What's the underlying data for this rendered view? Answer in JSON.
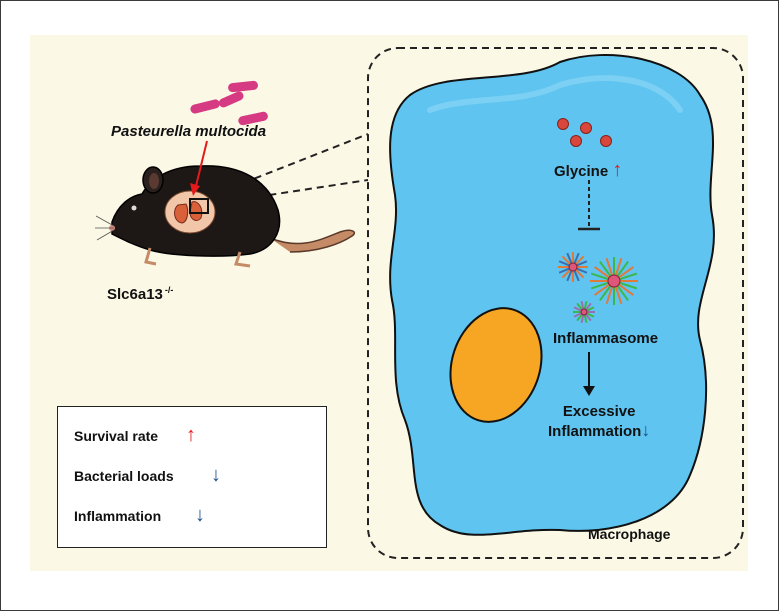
{
  "labels": {
    "pathogen": "Pasteurella multocida",
    "mouse": "Slc6a13",
    "mouse_superscript": "-/-",
    "glycine": "Glycine",
    "inflammasome": "Inflammasome",
    "excessive_line1": "Excessive",
    "excessive_line2": "Inflammation",
    "macrophage": "Macrophage"
  },
  "legend": {
    "items": [
      {
        "label": "Survival rate",
        "direction": "up",
        "arrow": "↑"
      },
      {
        "label": "Bacterial loads",
        "direction": "down",
        "arrow": "↓"
      },
      {
        "label": "Inflammation",
        "direction": "down",
        "arrow": "↓"
      }
    ]
  },
  "arrows": {
    "glycine": "↑",
    "excessive": "↓"
  },
  "colors": {
    "cell": "#5fc4f0",
    "nucleus": "#f6a623",
    "bacteria": "#d63a82",
    "glycine_dots": "#d9473c",
    "up_arrow": "#e41a1c",
    "down_arrow": "#1f4e8c",
    "panel_bg": "#fbf8e6"
  }
}
